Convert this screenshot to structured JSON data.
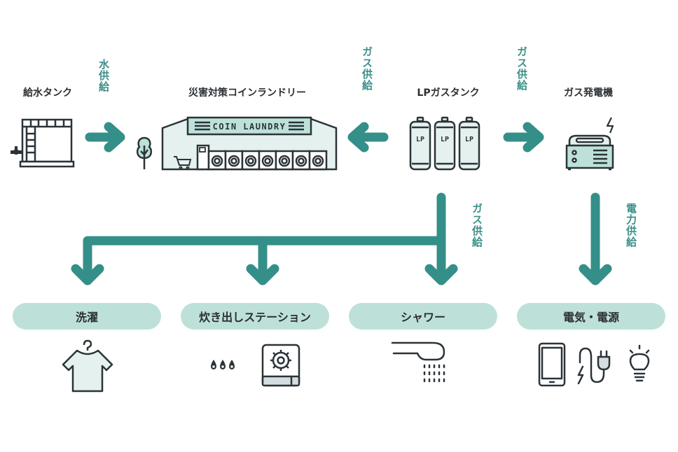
{
  "colors": {
    "arrow": "#348f89",
    "supply_label": "#3a8f88",
    "pill_bg": "#bde1d8",
    "icon_stroke": "#2b3338",
    "icon_fill": "#e4f1ee"
  },
  "sources": {
    "water_tank": {
      "title": "給水タンク",
      "icon": "water-tank-icon"
    },
    "laundry": {
      "title": "災害対策コインランドリー",
      "sign": "COIN LAUNDRY",
      "icon": "coin-laundry-building-icon"
    },
    "lp_tank": {
      "title": "LPガスタンク",
      "cylinder_label": "LP",
      "icon": "gas-cylinders-icon"
    },
    "generator": {
      "title": "ガス発電機",
      "icon": "generator-icon"
    }
  },
  "flows": {
    "water_to_laundry": "水供給",
    "gas_to_laundry": "ガス供給",
    "gas_to_generator": "ガス供給",
    "gas_down": "ガス供給",
    "power_down": "電力供給"
  },
  "outputs": [
    {
      "label": "洗濯",
      "icon": "shirt-on-hanger-icon"
    },
    {
      "label": "炊き出しステーション",
      "icon": "gas-stove-icon"
    },
    {
      "label": "シャワー",
      "icon": "shower-icon"
    },
    {
      "label": "電気・電源",
      "icon": "phone-plug-bulb-icon"
    }
  ]
}
